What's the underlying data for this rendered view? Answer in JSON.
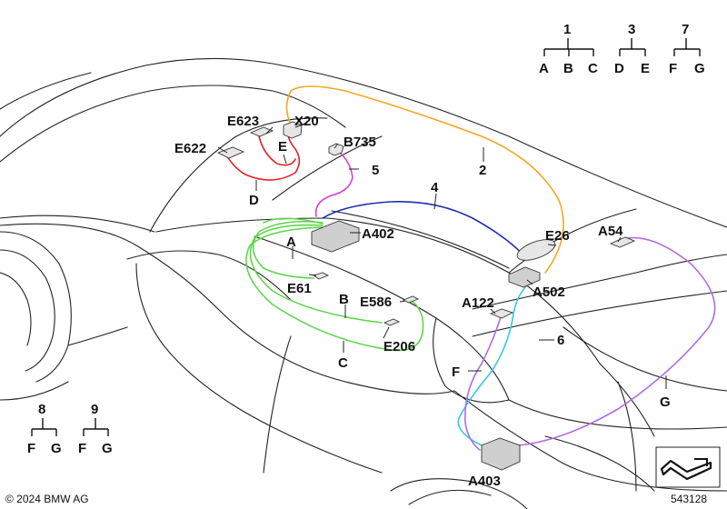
{
  "labels": {
    "x20": "X20",
    "e623": "E623",
    "e622": "E622",
    "e": "E",
    "d": "D",
    "b735": "B735",
    "n5": "5",
    "n2": "2",
    "n4": "4",
    "a402": "A402",
    "a": "A",
    "e61": "E61",
    "b": "B",
    "e586": "E586",
    "e206": "E206",
    "c": "C",
    "e26": "E26",
    "a54": "A54",
    "a502": "A502",
    "a122": "A122",
    "n6": "6",
    "f": "F",
    "g": "G",
    "a403": "A403"
  },
  "legend": {
    "tree1": {
      "root": "1",
      "leaves": [
        "A",
        "B",
        "C"
      ]
    },
    "tree3": {
      "root": "3",
      "leaves": [
        "D",
        "E"
      ]
    },
    "tree7": {
      "root": "7",
      "leaves": [
        "F",
        "G"
      ]
    },
    "tree8": {
      "root": "8",
      "leaves": [
        "F",
        "G"
      ]
    },
    "tree9": {
      "root": "9",
      "leaves": [
        "F",
        "G"
      ]
    }
  },
  "wire_colors": {
    "orange": "#f5a623",
    "red": "#e8202a",
    "magenta": "#d63fd6",
    "blue": "#1f2fb0",
    "green": "#5fd64a",
    "cyan": "#36c8e8",
    "violet": "#b36ce0"
  },
  "footer": {
    "copyright": "© 2024 BMW AG",
    "diagram_number": "543128"
  }
}
